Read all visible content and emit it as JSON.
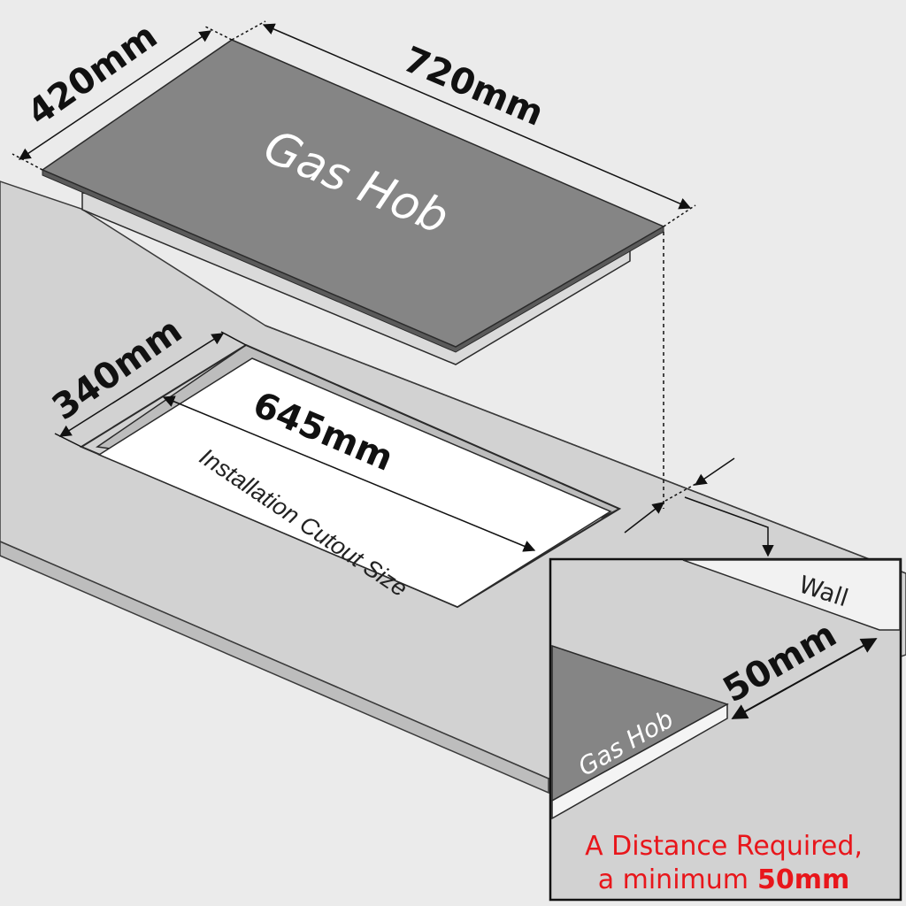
{
  "labels": {
    "hob_width": "720mm",
    "hob_depth": "420mm",
    "hob_title": "Gas Hob",
    "cutout_depth": "340mm",
    "cutout_width": "645mm",
    "cutout_caption": "Installation Cutout Size"
  },
  "inset": {
    "wall_label": "Wall",
    "clearance": "50mm",
    "hob_label": "Gas Hob",
    "note_line1": "A Distance Required,",
    "note_line2_prefix": "a minimum",
    "note_line2_value": "50mm"
  },
  "colors": {
    "background": "#ebebeb",
    "countertop": "#d2d2d2",
    "countertop_edge": "#bdbdbd",
    "hob_glass": "#858585",
    "hob_base": "#dadada",
    "cutout": "#ffffff",
    "wall": "#f2f2f2",
    "note_text": "#e8161b",
    "outline": "#2a2a2a"
  }
}
